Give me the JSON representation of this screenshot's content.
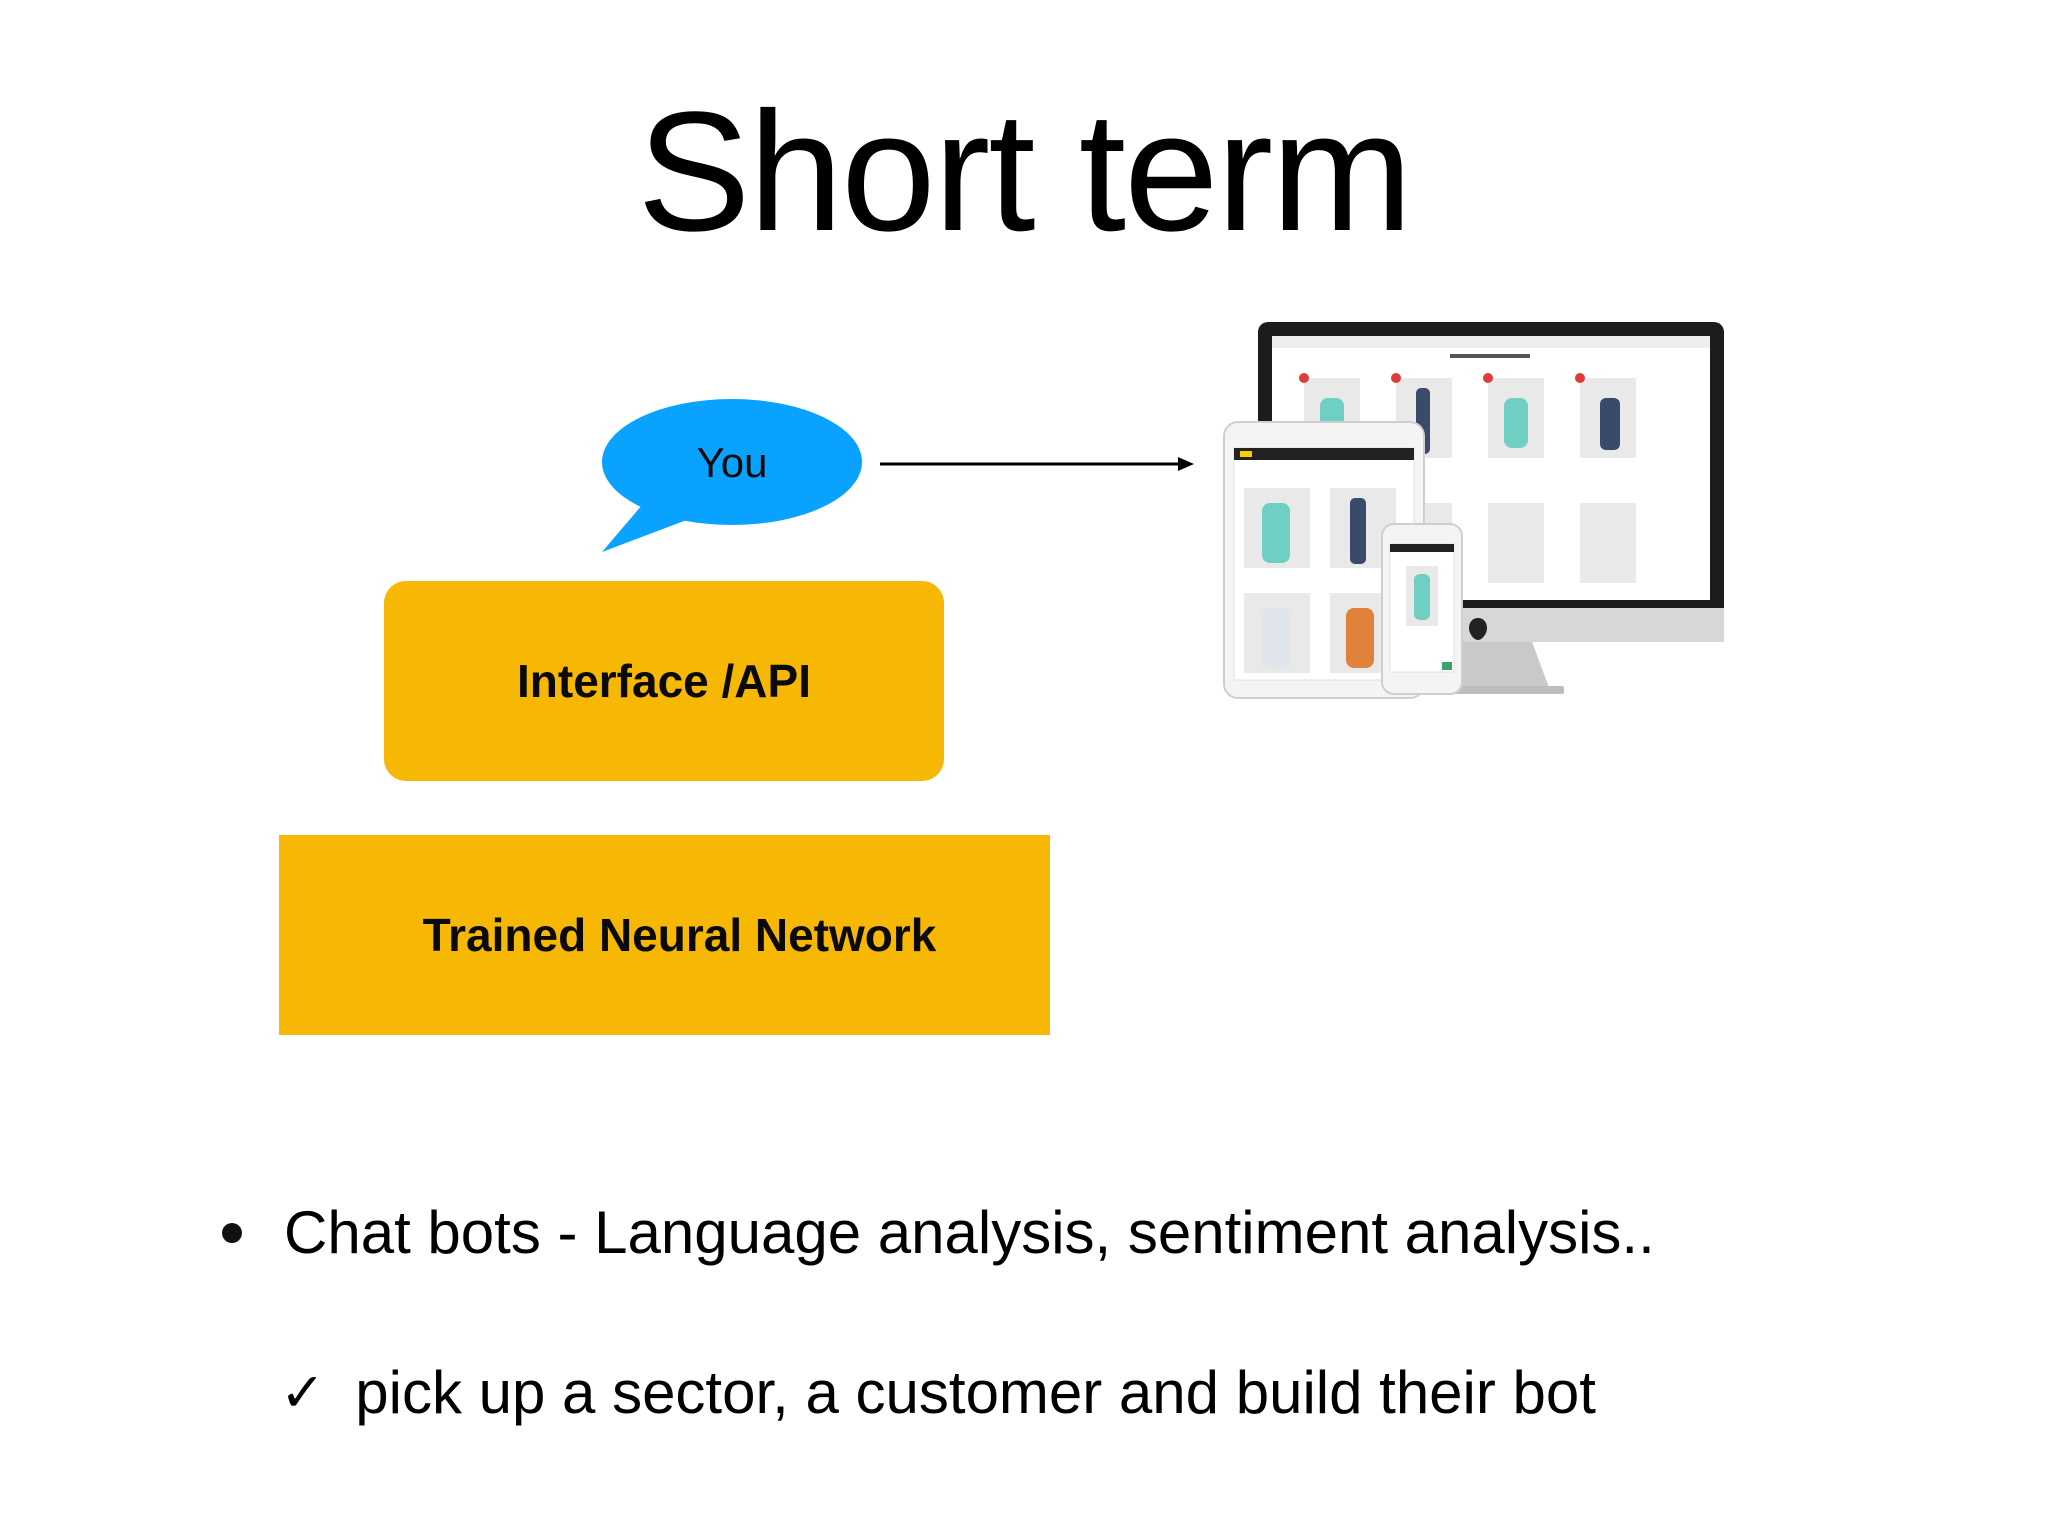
{
  "slide": {
    "title": "Short term",
    "bubble": {
      "label": "You",
      "color": "#0aa2ff"
    },
    "interface_box": {
      "label": "Interface /API",
      "color": "#f7b705"
    },
    "network_box": {
      "label": "Trained Neural Network",
      "color": "#f7b705"
    },
    "devices_image": {
      "description_icon": "responsive-devices-illustration"
    },
    "bullets": [
      {
        "marker": "•",
        "text": "Chat bots - Language analysis, sentiment analysis.."
      }
    ],
    "checks": [
      {
        "marker": "✓",
        "text": "pick up a sector, a customer and build their bot"
      }
    ]
  }
}
